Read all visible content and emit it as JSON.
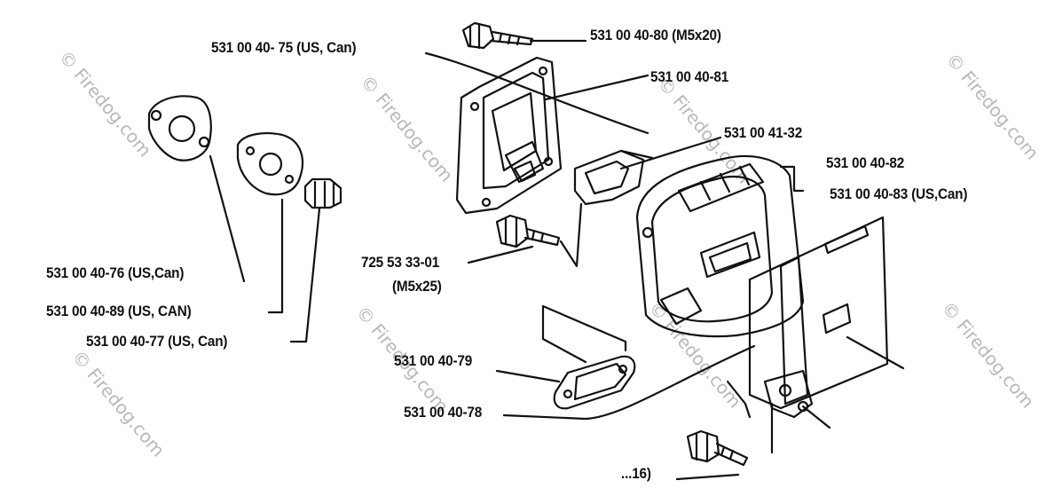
{
  "watermark": "© Firedog.com",
  "parts": {
    "p_75": "531 00 40- 75 (US, Can)",
    "p_80": "531 00 40-80 (M5x20)",
    "p_81": "531 00 40-81",
    "p_32": "531 00 41-32",
    "p_82": "531 00 40-82",
    "p_83": "531 00 40-83 (US,Can)",
    "p_725": "725 53 33-01",
    "p_725_size": "(M5x25)",
    "p_76": "531 00 40-76 (US,Can)",
    "p_89": "531 00 40-89 (US, CAN)",
    "p_77": "531 00 40-77 (US, Can)",
    "p_79": "531 00 40-79",
    "p_78": "531 00 40-78",
    "p_bottom": "...16)"
  }
}
